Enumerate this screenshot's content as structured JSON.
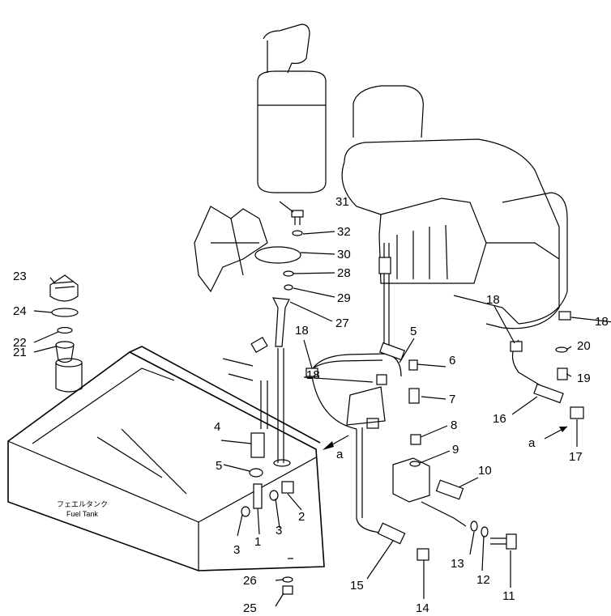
{
  "diagram": {
    "tank_label_jp": "フェエルタンク",
    "tank_label_en": "Fuel Tank",
    "view_marker": "a",
    "part_numbers": {
      "p1": "1",
      "p2": "2",
      "p3a": "3",
      "p3b": "3",
      "p4": "4",
      "p5a": "5",
      "p5b": "5",
      "p6": "6",
      "p7": "7",
      "p8": "8",
      "p9": "9",
      "p10": "10",
      "p11": "11",
      "p12": "12",
      "p13": "13",
      "p14": "14",
      "p15": "15",
      "p16": "16",
      "p17": "17",
      "p18a": "18",
      "p18b": "18",
      "p18c": "18",
      "p18d": "18",
      "p19": "19",
      "p20": "20",
      "p21": "21",
      "p22": "22",
      "p23": "23",
      "p24": "24",
      "p25": "25",
      "p26": "26",
      "p27": "27",
      "p28": "28",
      "p29": "29",
      "p30": "30",
      "p31": "31",
      "p32": "32"
    }
  }
}
